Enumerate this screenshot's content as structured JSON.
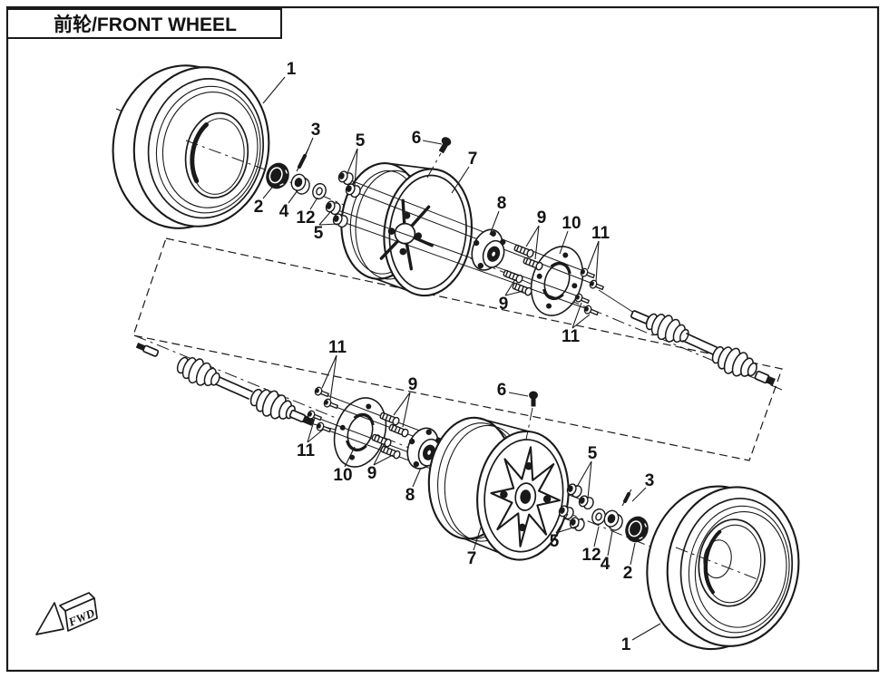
{
  "header": {
    "title": "前轮/FRONT WHEEL"
  },
  "diagram": {
    "fwd_label": "FWD",
    "callout_numbers": {
      "n1": "1",
      "n2": "2",
      "n3": "3",
      "n4": "4",
      "n5": "5",
      "n6": "6",
      "n7": "7",
      "n8": "8",
      "n9": "9",
      "n10": "10",
      "n11": "11",
      "n12": "12"
    }
  },
  "colors": {
    "line_color": "#1a1a1a",
    "background": "#ffffff"
  }
}
